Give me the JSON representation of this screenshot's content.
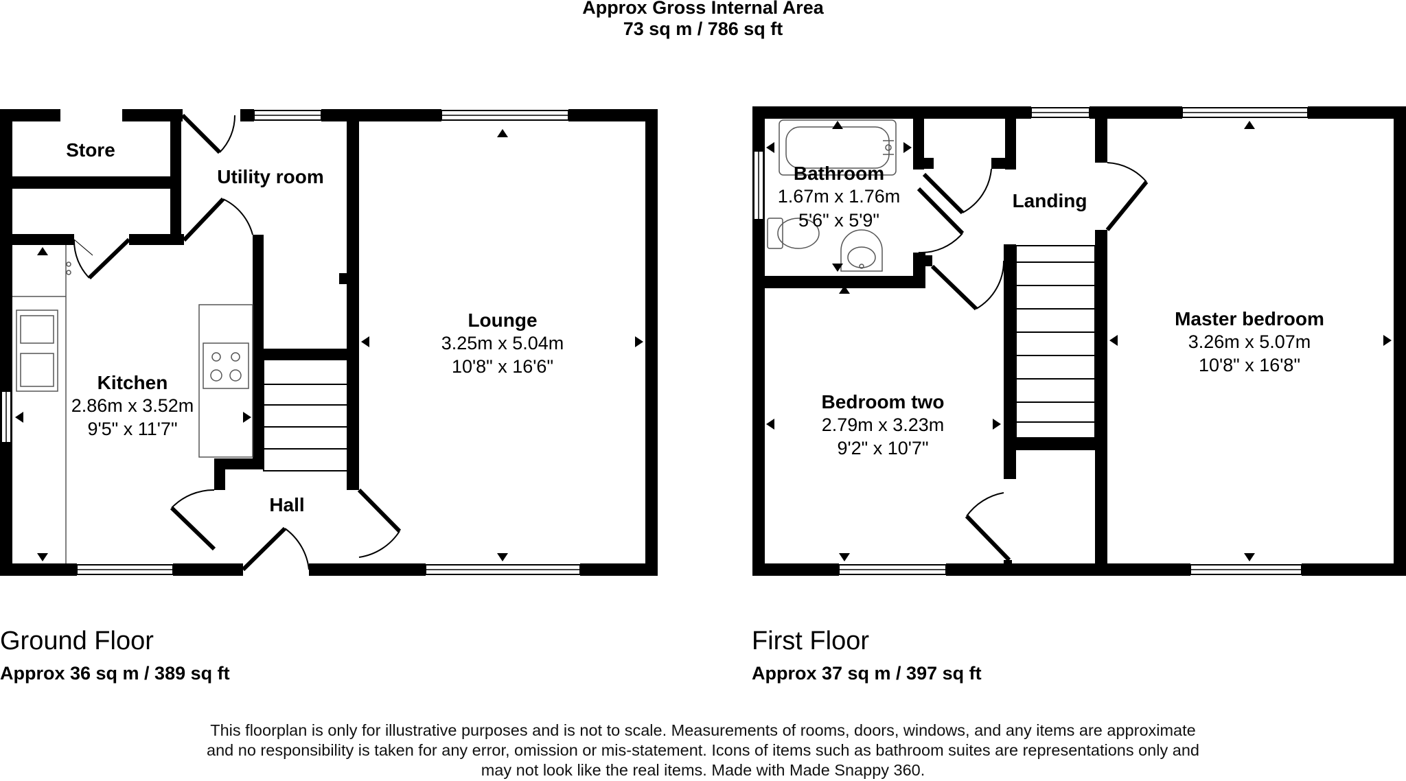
{
  "header": {
    "line1": "Approx Gross Internal Area",
    "line2": "73 sq m / 786 sq ft"
  },
  "ground_floor": {
    "label": "Ground Floor",
    "area": "Approx 36 sq m / 389 sq ft",
    "rooms": {
      "store": {
        "name": "Store"
      },
      "utility": {
        "name": "Utility room"
      },
      "lounge": {
        "name": "Lounge",
        "metric": "3.25m x 5.04m",
        "imperial": "10'8\" x 16'6\""
      },
      "kitchen": {
        "name": "Kitchen",
        "metric": "2.86m x 3.52m",
        "imperial": "9'5\" x 11'7\""
      },
      "hall": {
        "name": "Hall"
      }
    }
  },
  "first_floor": {
    "label": "First Floor",
    "area": "Approx 37 sq m / 397 sq ft",
    "rooms": {
      "bathroom": {
        "name": "Bathroom",
        "metric": "1.67m x 1.76m",
        "imperial": "5'6\" x 5'9\""
      },
      "landing": {
        "name": "Landing"
      },
      "master": {
        "name": "Master bedroom",
        "metric": "3.26m x 5.07m",
        "imperial": "10'8\" x 16'8\""
      },
      "bedroom2": {
        "name": "Bedroom two",
        "metric": "2.79m x 3.23m",
        "imperial": "9'2\" x 10'7\""
      }
    }
  },
  "disclaimer": {
    "line1": "This floorplan is only for illustrative purposes and is not to scale. Measurements of rooms, doors, windows, and any items are approximate",
    "line2": "and no responsibility is taken for any error, omission or mis-statement. Icons of items such as bathroom suites are representations only and",
    "line3": "may not look like the real items. Made with Made Snappy 360."
  },
  "colors": {
    "wall": "#000000",
    "window": "#ffffff",
    "text": "#111111"
  }
}
